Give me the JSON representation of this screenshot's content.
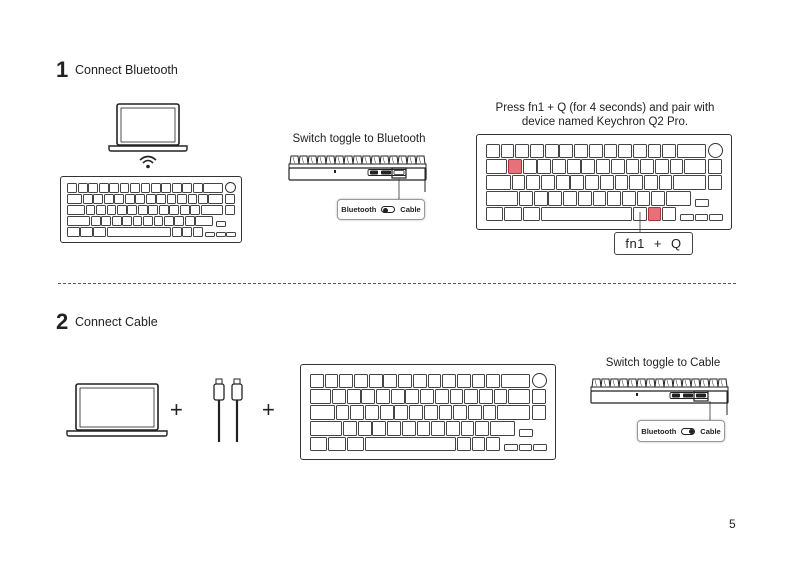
{
  "step1": {
    "number": "1",
    "title": "Connect Bluetooth"
  },
  "step2": {
    "number": "2",
    "title": "Connect Cable"
  },
  "switch_bt_caption": "Switch toggle to Bluetooth",
  "press_caption_line1": "Press fn1 + Q (for 4 seconds) and pair with",
  "press_caption_line2": "device named Keychron Q2 Pro.",
  "toggle_left_label": "Bluetooth",
  "toggle_right_label": "Cable",
  "switch_cable_caption": "Switch toggle to Cable",
  "combo": {
    "key1": "fn1",
    "plus": "+",
    "key2": "Q"
  },
  "plus_sign": "+",
  "page_number": "5",
  "icons": [
    "laptop-icon",
    "wifi-icon",
    "keyboard-icon",
    "usb-c-cable-icon"
  ],
  "colors": {
    "highlight_key": "#e8707a"
  }
}
